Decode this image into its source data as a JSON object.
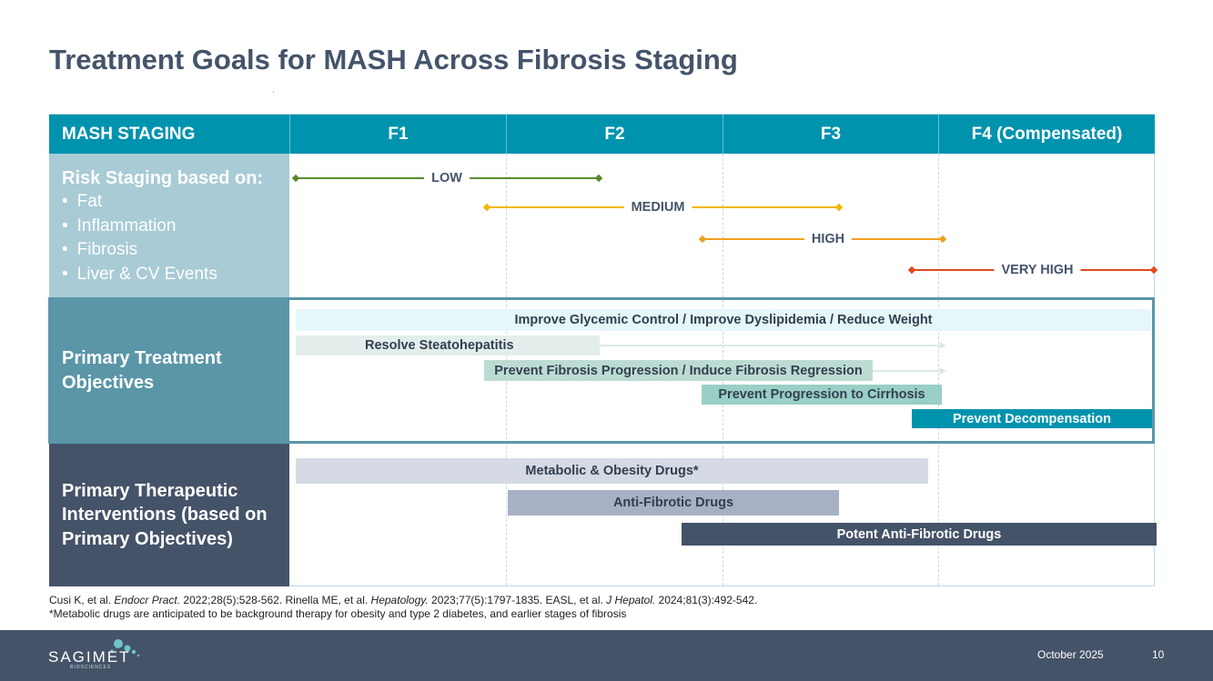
{
  "title": "Treatment Goals for MASH Across Fibrosis Staging",
  "header": {
    "label": "MASH STAGING",
    "stages": [
      "F1",
      "F2",
      "F3",
      "F4 (Compensated)"
    ]
  },
  "risk": {
    "heading": "Risk Staging based on:",
    "items": [
      "Fat",
      "Inflammation",
      "Fibrosis",
      "Liver & CV Events"
    ],
    "levels": [
      {
        "label": "LOW",
        "color": "#5a8a2a"
      },
      {
        "label": "MEDIUM",
        "color": "#f2b600"
      },
      {
        "label": "HIGH",
        "color": "#f0a020"
      },
      {
        "label": "VERY HIGH",
        "color": "#e04a1e"
      }
    ]
  },
  "objectives": {
    "heading": "Primary Treatment Objectives",
    "bars": [
      "Improve Glycemic Control / Improve Dyslipidemia / Reduce Weight",
      "Resolve Steatohepatitis",
      "Prevent Fibrosis Progression / Induce Fibrosis Regression",
      "Prevent Progression to Cirrhosis",
      "Prevent Decompensation"
    ]
  },
  "interventions": {
    "heading": "Primary Therapeutic Interventions (based on Primary Objectives)",
    "bars": [
      "Metabolic & Obesity Drugs*",
      "Anti-Fibrotic Drugs",
      "Potent Anti-Fibrotic Drugs"
    ]
  },
  "references": {
    "r1_pre": "Cusi K, et al. ",
    "r1_j": "Endocr Pract.",
    "r1_post": " 2022;28(5):528-562. Rinella ME, et al. ",
    "r2_j": "Hepatology.",
    "r2_post": " 2023;77(5):1797-1835. EASL, et al. ",
    "r3_j": "J Hepatol.",
    "r3_post": " 2024;81(3):492-542.",
    "note": "*Metabolic drugs are anticipated to be background therapy  for obesity and type 2 diabetes, and earlier stages of fibrosis"
  },
  "footer": {
    "logo": "SAGIMET",
    "logo_sub": "BIOSCIENCES",
    "date": "October 2025",
    "page": "10"
  }
}
